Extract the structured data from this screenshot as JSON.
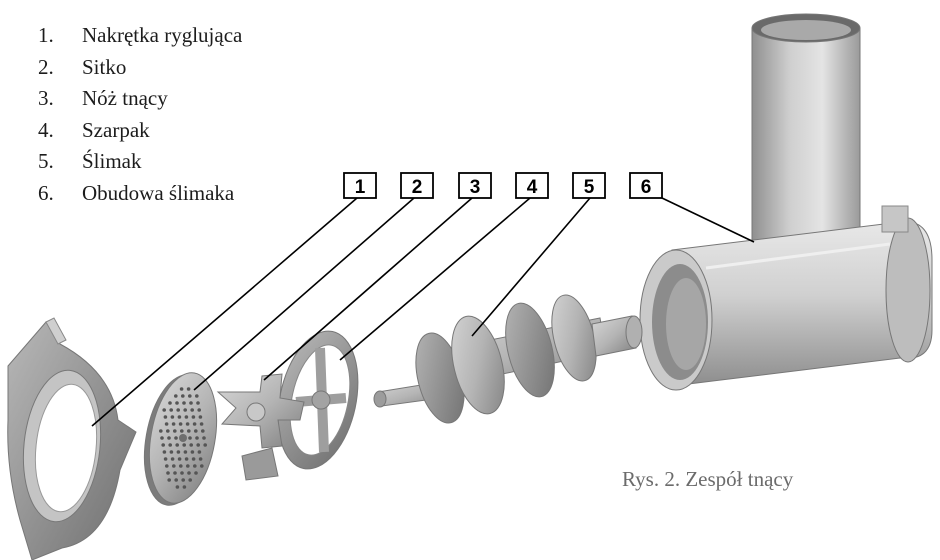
{
  "legend": [
    {
      "num": "1.",
      "label": "Nakrętka ryglująca"
    },
    {
      "num": "2.",
      "label": "Sitko"
    },
    {
      "num": "3.",
      "label": "Nóż tnący"
    },
    {
      "num": "4.",
      "label": "Szarpak"
    },
    {
      "num": "5.",
      "label": "Ślimak"
    },
    {
      "num": "6.",
      "label": "Obudowa ślimaka"
    }
  ],
  "callouts": [
    "1",
    "2",
    "3",
    "4",
    "5",
    "6"
  ],
  "caption": "Rys. 2. Zespół tnący"
}
